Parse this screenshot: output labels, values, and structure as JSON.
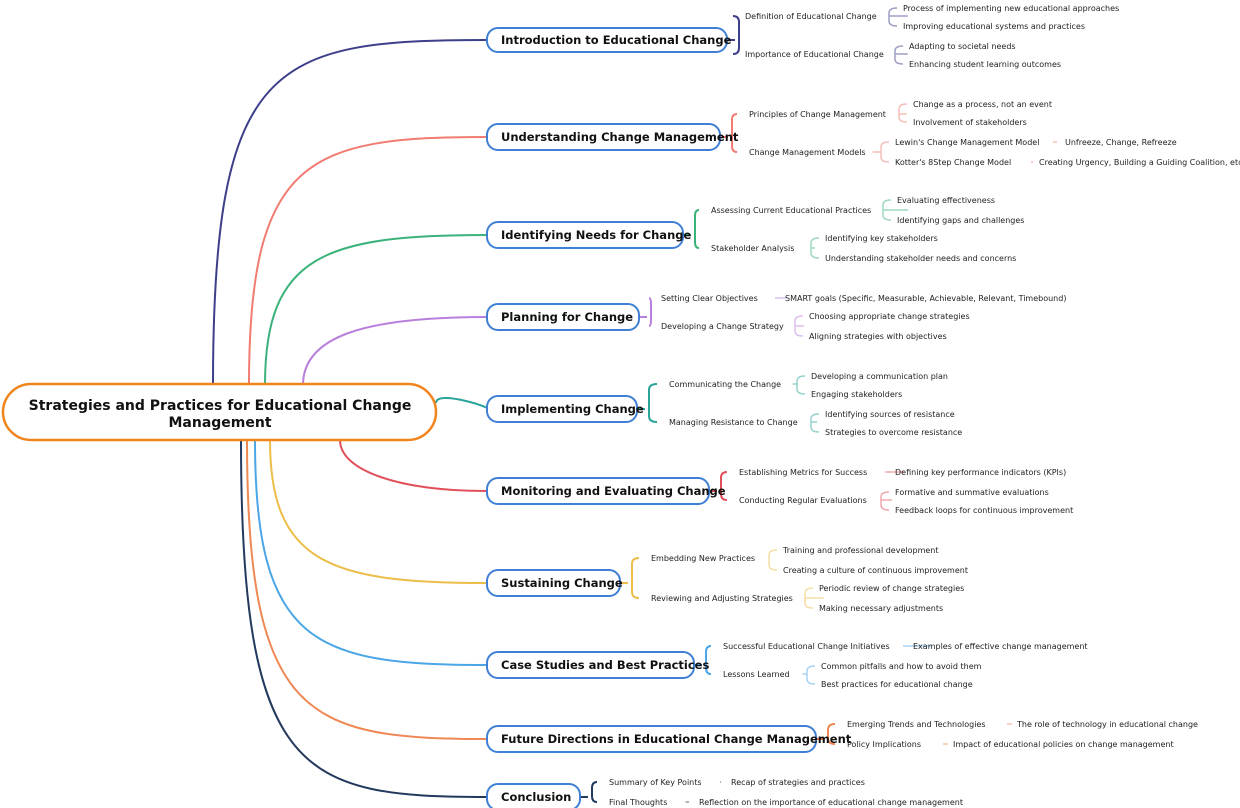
{
  "center": {
    "line1": "Strategies and Practices for Educational Change",
    "line2": "Management",
    "color": "#f0851e"
  },
  "topics": [
    {
      "label": "Introduction to Educational Change",
      "color": "#3d3f8a",
      "subs": [
        {
          "label": "Definition of Educational Change",
          "leaves": [
            "Process of implementing new educational approaches",
            "Improving educational systems and practices"
          ]
        },
        {
          "label": "Importance of Educational Change",
          "leaves": [
            "Adapting to societal needs",
            "Enhancing student learning outcomes"
          ]
        }
      ]
    },
    {
      "label": "Understanding Change Management",
      "color": "#f07c72",
      "subs": [
        {
          "label": "Principles of Change Management",
          "leaves": [
            "Change as a process, not an event",
            "Involvement of stakeholders"
          ]
        },
        {
          "label": "Change Management Models",
          "leaves": [
            {
              "label": "Lewin's Change Management Model",
              "detail": "Unfreeze, Change, Refreeze"
            },
            {
              "label": "Kotter's 8Step Change Model",
              "detail": "Creating Urgency, Building a Guiding Coalition, etc."
            }
          ]
        }
      ]
    },
    {
      "label": "Identifying Needs for Change",
      "color": "#3bb27a",
      "subs": [
        {
          "label": "Assessing Current Educational Practices",
          "leaves": [
            "Evaluating effectiveness",
            "Identifying gaps and challenges"
          ]
        },
        {
          "label": "Stakeholder Analysis",
          "leaves": [
            "Identifying key stakeholders",
            "Understanding stakeholder needs and concerns"
          ]
        }
      ]
    },
    {
      "label": "Planning for Change",
      "color": "#b97fdc",
      "subs": [
        {
          "label": "Setting Clear Objectives",
          "leaves": [
            "SMART goals (Specific, Measurable, Achievable, Relevant, Timebound)"
          ]
        },
        {
          "label": "Developing a Change Strategy",
          "leaves": [
            "Choosing appropriate change strategies",
            "Aligning strategies with objectives"
          ]
        }
      ]
    },
    {
      "label": "Implementing Change",
      "color": "#2aa39a",
      "subs": [
        {
          "label": "Communicating the Change",
          "leaves": [
            "Developing a communication plan",
            "Engaging stakeholders"
          ]
        },
        {
          "label": "Managing Resistance to Change",
          "leaves": [
            "Identifying sources of resistance",
            "Strategies to overcome resistance"
          ]
        }
      ]
    },
    {
      "label": "Monitoring and Evaluating Change",
      "color": "#e0505a",
      "subs": [
        {
          "label": "Establishing Metrics for Success",
          "leaves": [
            "Defining key performance indicators (KPIs)"
          ]
        },
        {
          "label": "Conducting Regular Evaluations",
          "leaves": [
            "Formative and summative evaluations",
            "Feedback loops for continuous improvement"
          ]
        }
      ]
    },
    {
      "label": "Sustaining Change",
      "color": "#ecbd48",
      "subs": [
        {
          "label": "Embedding New Practices",
          "leaves": [
            "Training and professional development",
            "Creating a culture of continuous improvement"
          ]
        },
        {
          "label": "Reviewing and Adjusting Strategies",
          "leaves": [
            "Periodic review of change strategies",
            "Making necessary adjustments"
          ]
        }
      ]
    },
    {
      "label": "Case Studies and Best Practices",
      "color": "#4aa6e6",
      "subs": [
        {
          "label": "Successful Educational Change Initiatives",
          "leaves": [
            "Examples of effective change management"
          ]
        },
        {
          "label": "Lessons Learned",
          "leaves": [
            "Common pitfalls and how to avoid them",
            "Best practices for educational change"
          ]
        }
      ]
    },
    {
      "label": "Future Directions in Educational Change Management",
      "color": "#ee8855",
      "subs": [
        {
          "label": "Emerging Trends and Technologies",
          "leaves": [
            "The role of technology in educational change"
          ]
        },
        {
          "label": "Policy Implications",
          "leaves": [
            "Impact of educational policies on change management"
          ]
        }
      ]
    },
    {
      "label": "Conclusion",
      "color": "#23395d",
      "subs": [
        {
          "label": "Summary of Key Points",
          "leaves": [
            "Recap of strategies and practices"
          ]
        },
        {
          "label": "Final Thoughts",
          "leaves": [
            "Reflection on the importance of educational change management"
          ]
        }
      ]
    }
  ]
}
